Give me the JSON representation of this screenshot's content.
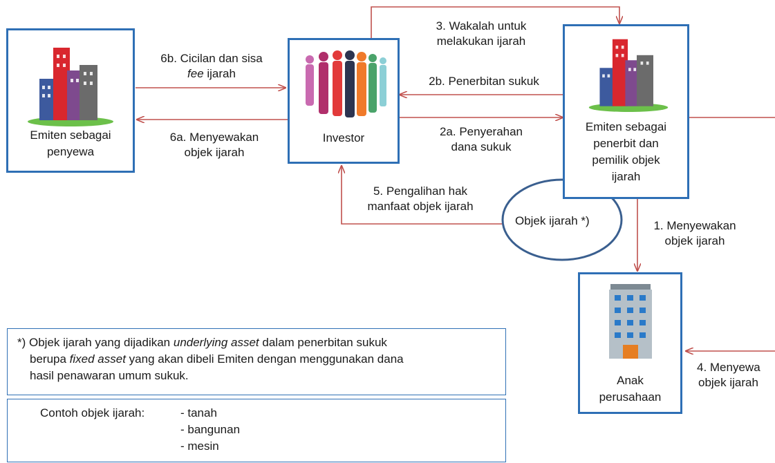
{
  "nodes": {
    "lessee": {
      "label_lines": [
        "Emiten sebagai",
        "penyewa"
      ]
    },
    "investor": {
      "label": "Investor"
    },
    "issuer": {
      "label_lines": [
        "Emiten sebagai",
        "penerbit dan",
        "pemilik objek",
        "ijarah"
      ]
    },
    "subsidiary": {
      "label_lines": [
        "Anak",
        "perusahaan"
      ]
    },
    "object": {
      "label": "Objek ijarah *)"
    }
  },
  "arrows": {
    "a6b": {
      "line1": "6b. Cicilan dan sisa",
      "line2_em": "fee",
      "line2_rest": " ijarah"
    },
    "a6a": {
      "lines": [
        "6a. Menyewakan",
        "objek ijarah"
      ]
    },
    "a3": {
      "lines": [
        "3. Wakalah untuk",
        "melakukan ijarah"
      ]
    },
    "a2b": {
      "label": "2b. Penerbitan sukuk"
    },
    "a2a": {
      "lines": [
        "2a. Penyerahan",
        "dana sukuk"
      ]
    },
    "a5": {
      "lines": [
        "5. Pengalihan hak",
        "manfaat objek ijarah"
      ]
    },
    "a1": {
      "lines": [
        "1. Menyewakan",
        "objek ijarah"
      ]
    },
    "a4": {
      "lines": [
        "4. Menyewa",
        "objek ijarah"
      ]
    }
  },
  "footnote": {
    "p1": "*) Objek ijarah yang dijadikan ",
    "em1": "underlying asset",
    "p2": " dalam penerbitan sukuk",
    "p3": "berupa ",
    "em2": "fixed asset",
    "p4": " yang akan dibeli Emiten dengan menggunakan dana",
    "p5": "hasil penawaran umum sukuk."
  },
  "examples": {
    "label": "Contoh objek ijarah:",
    "items": [
      "- tanah",
      "- bangunan",
      "- mesin"
    ]
  },
  "colors": {
    "arrow": "#c0504d",
    "box_border": "#2e6fb5",
    "ellipse_border": "#3a5f8f"
  },
  "icons": [
    "city-buildings-icon",
    "people-crowd-icon",
    "office-building-icon"
  ]
}
